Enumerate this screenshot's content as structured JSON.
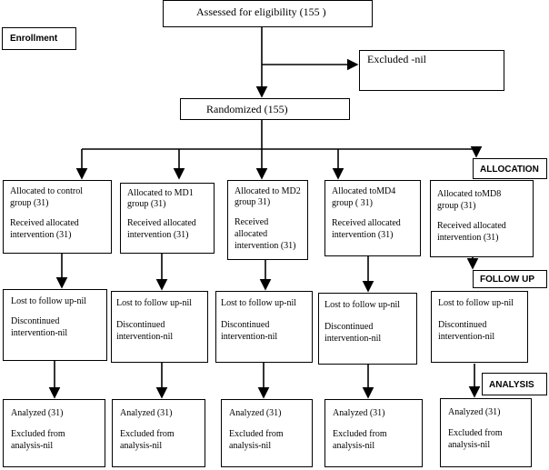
{
  "eligibility": "Assessed for eligibility (155  )",
  "enrollment": "Enrollment",
  "excluded": "Excluded -nil",
  "randomized": "Randomized (155)",
  "stage_labels": {
    "allocation": "ALLOCATION",
    "follow_up": "FOLLOW UP",
    "analysis": "ANALYSIS"
  },
  "groups": [
    {
      "alloc_lines": [
        "Allocated to control",
        "group (31)"
      ],
      "received_lines": [
        "Received allocated",
        "intervention (31)"
      ],
      "lost": "Lost to follow up-nil",
      "disc_lines": [
        "Discontinued",
        "intervention-nil"
      ],
      "analyzed": "Analyzed (31)",
      "excluded_lines": [
        "Excluded from",
        "analysis-nil"
      ]
    },
    {
      "alloc_lines": [
        "Allocated to MD1",
        "group (31)"
      ],
      "received_lines": [
        "Received allocated",
        "intervention (31)"
      ],
      "lost": "Lost to follow up-nil",
      "disc_lines": [
        "Discontinued",
        "intervention-nil"
      ],
      "analyzed": "Analyzed (31)",
      "excluded_lines": [
        "Excluded from",
        "analysis-nil"
      ]
    },
    {
      "alloc_lines": [
        "Allocated to MD2",
        "group 31)"
      ],
      "received_lines": [
        "Received",
        "allocated",
        "intervention (31)"
      ],
      "lost": "Lost to follow up-nil",
      "disc_lines": [
        "Discontinued",
        "intervention-nil"
      ],
      "analyzed": "Analyzed (31)",
      "excluded_lines": [
        "Excluded from",
        "analysis-nil"
      ]
    },
    {
      "alloc_lines": [
        "Allocated toMD4",
        "group ( 31)"
      ],
      "received_lines": [
        "Received allocated",
        "intervention (31)"
      ],
      "lost": "Lost to follow up-nil",
      "disc_lines": [
        "Discontinued",
        "intervention-nil"
      ],
      "analyzed": "Analyzed (31)",
      "excluded_lines": [
        "Excluded from",
        "analysis-nil"
      ]
    },
    {
      "alloc_lines": [
        "Allocated toMD8",
        "group (31)"
      ],
      "received_lines": [
        "Received allocated",
        "intervention (31)"
      ],
      "lost": "Lost to follow up-nil",
      "disc_lines": [
        "Discontinued",
        "intervention-nil"
      ],
      "analyzed": "Analyzed (31)",
      "excluded_lines": [
        "Excluded from",
        "analysis-nil"
      ]
    }
  ]
}
